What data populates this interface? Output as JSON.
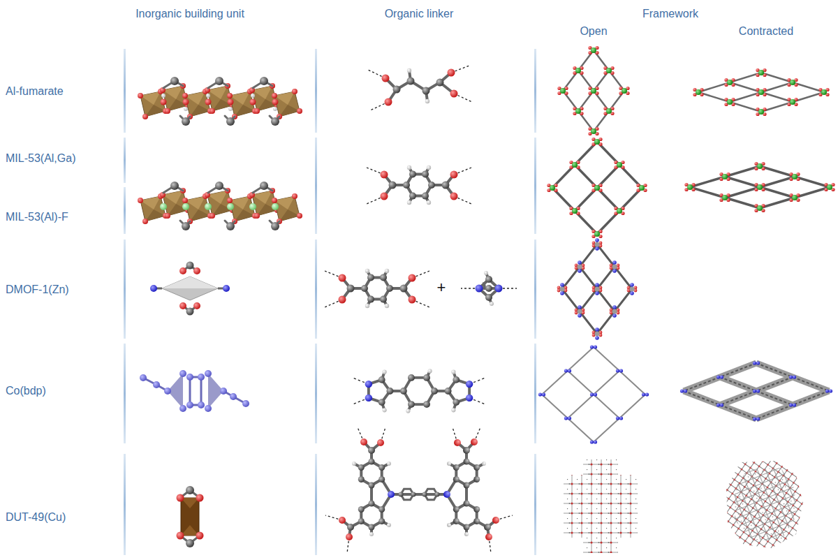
{
  "diagram": {
    "labels": [
      "Inorganic building unit",
      "Organic linker",
      "Framework",
      "Open",
      "Contracted",
      "Al-fumarate",
      "MIL-53(Al,Ga)",
      "MIL-53(Al)-F",
      "DMOF-1(Zn)",
      "+",
      "Co(bdp)",
      "DUT-49(Cu)"
    ]
  }
}
